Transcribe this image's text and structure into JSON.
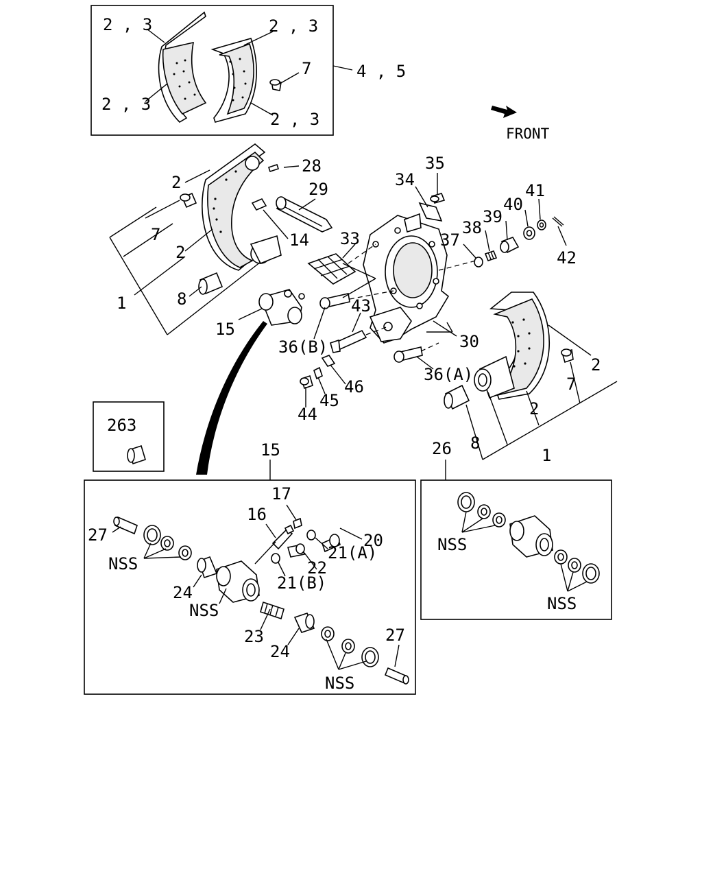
{
  "diagram": {
    "front_label": "FRONT",
    "kit_box": {
      "kit_ref": "4 , 5",
      "shoe_refs": [
        "2 , 3",
        "2 , 3",
        "2 , 3",
        "2 , 3"
      ],
      "rivet_ref": "7"
    },
    "left_shoe": {
      "refs": [
        "2",
        "7",
        "2",
        "1",
        "8",
        "28",
        "29",
        "14",
        "15"
      ]
    },
    "backing_plate": {
      "refs": [
        "33",
        "34",
        "35",
        "37",
        "38",
        "39",
        "40",
        "41",
        "42",
        "30",
        "43",
        "36(B)",
        "36(A)",
        "46",
        "45",
        "44"
      ]
    },
    "right_shoe": {
      "refs": [
        "2",
        "7",
        "2",
        "8",
        "1"
      ]
    },
    "spare_box": {
      "ref": "263"
    },
    "wheel_cylinder_box": {
      "title_ref": "15",
      "refs": [
        "17",
        "16",
        "20",
        "21(A)",
        "22",
        "21(B)",
        "27",
        "24",
        "23",
        "24",
        "27"
      ],
      "nss": [
        "NSS",
        "NSS",
        "NSS"
      ]
    },
    "cylinder_kit_box": {
      "title_ref": "26",
      "nss": [
        "NSS",
        "NSS"
      ]
    }
  }
}
